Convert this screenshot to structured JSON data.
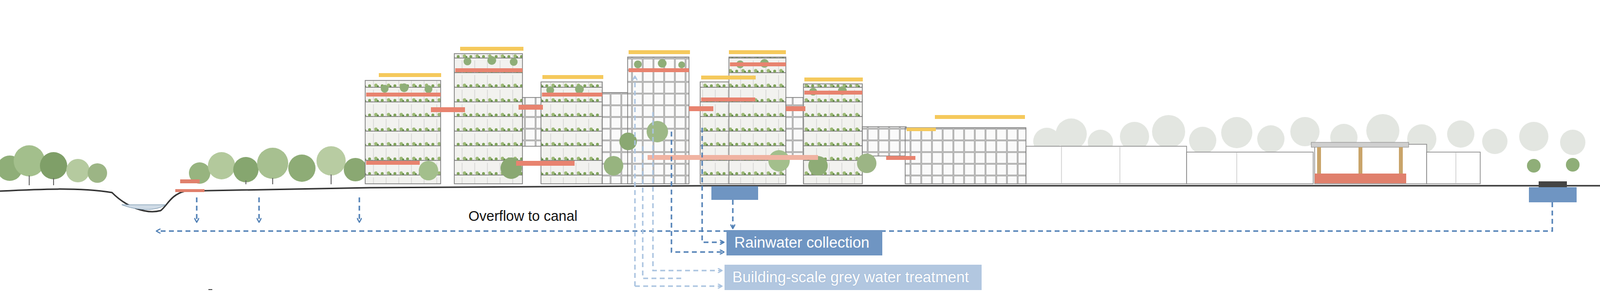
{
  "diagram": {
    "nodes": [
      {
        "text": [
          "Rainwater collection"
        ]
      },
      {
        "text": [
          "Building-scale grey water treatment"
        ]
      }
    ],
    "labels": [
      "Overflow to canal"
    ]
  }
}
